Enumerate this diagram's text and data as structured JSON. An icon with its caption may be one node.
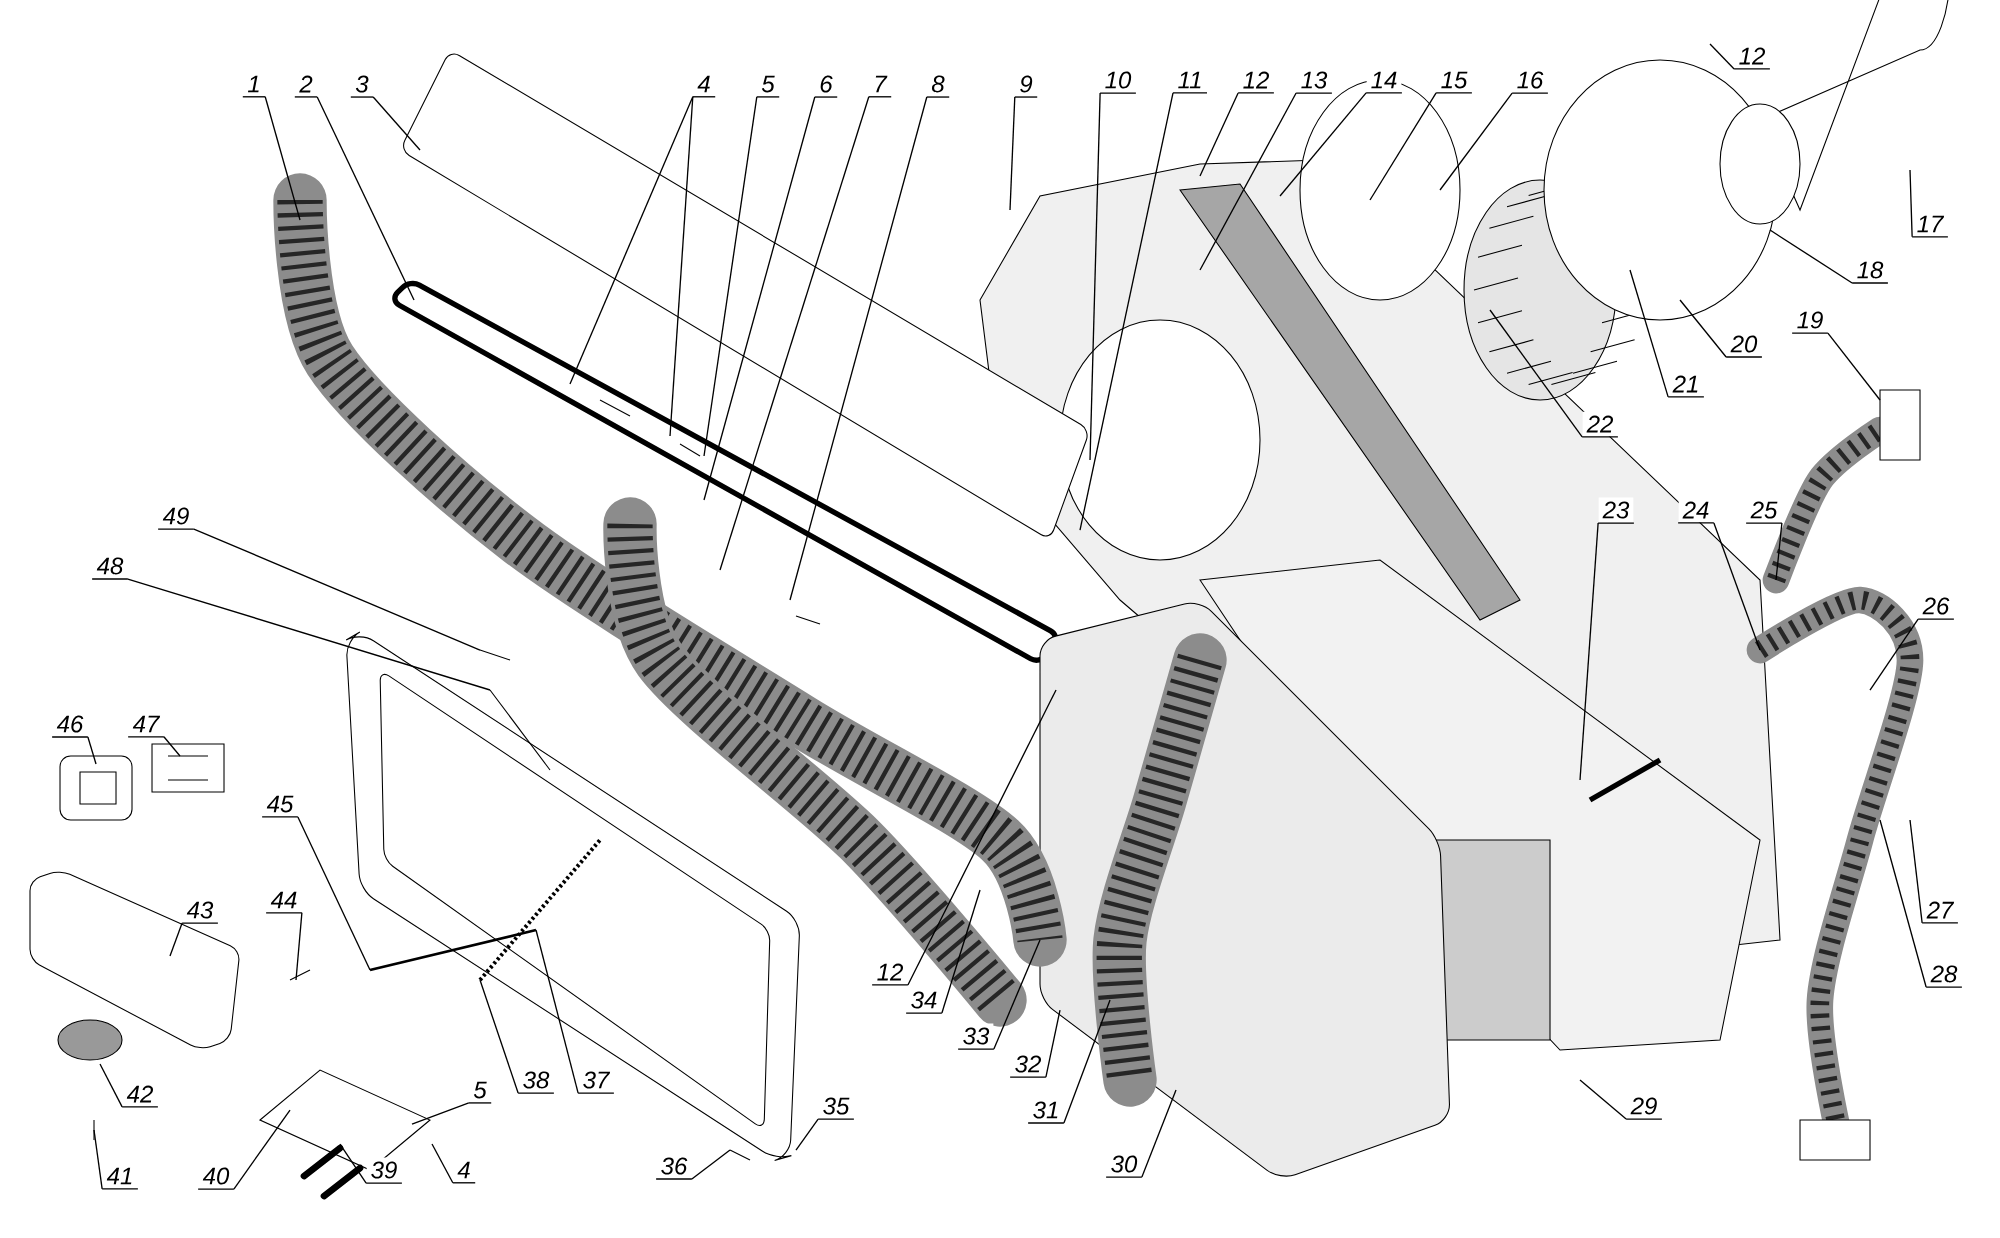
{
  "diagram": {
    "nodes": [
      {
        "text": [
          "1"
        ]
      },
      {
        "text": [
          "2"
        ]
      },
      {
        "text": [
          "3"
        ]
      },
      {
        "text": [
          "4"
        ]
      },
      {
        "text": [
          "5"
        ]
      },
      {
        "text": [
          "6"
        ]
      },
      {
        "text": [
          "7"
        ]
      },
      {
        "text": [
          "8"
        ]
      },
      {
        "text": [
          "9"
        ]
      },
      {
        "text": [
          "10"
        ]
      },
      {
        "text": [
          "11"
        ]
      },
      {
        "text": [
          "12"
        ]
      },
      {
        "text": [
          "13"
        ]
      },
      {
        "text": [
          "14"
        ]
      },
      {
        "text": [
          "15"
        ]
      },
      {
        "text": [
          "16"
        ]
      },
      {
        "text": [
          "12"
        ]
      },
      {
        "text": [
          "17"
        ]
      },
      {
        "text": [
          "18"
        ]
      },
      {
        "text": [
          "19"
        ]
      },
      {
        "text": [
          "20"
        ]
      },
      {
        "text": [
          "21"
        ]
      },
      {
        "text": [
          "22"
        ]
      },
      {
        "text": [
          "23"
        ]
      },
      {
        "text": [
          "24"
        ]
      },
      {
        "text": [
          "25"
        ]
      },
      {
        "text": [
          "26"
        ]
      },
      {
        "text": [
          "27"
        ]
      },
      {
        "text": [
          "28"
        ]
      },
      {
        "text": [
          "29"
        ]
      },
      {
        "text": [
          "30"
        ]
      },
      {
        "text": [
          "31"
        ]
      },
      {
        "text": [
          "32"
        ]
      },
      {
        "text": [
          "33"
        ]
      },
      {
        "text": [
          "34"
        ]
      },
      {
        "text": [
          "12"
        ]
      },
      {
        "text": [
          "35"
        ]
      },
      {
        "text": [
          "36"
        ]
      },
      {
        "text": [
          "37"
        ]
      },
      {
        "text": [
          "38"
        ]
      },
      {
        "text": [
          "39"
        ]
      },
      {
        "text": [
          "40"
        ]
      },
      {
        "text": [
          "4"
        ]
      },
      {
        "text": [
          "5"
        ]
      },
      {
        "text": [
          "41"
        ]
      },
      {
        "text": [
          "42"
        ]
      },
      {
        "text": [
          "43"
        ]
      },
      {
        "text": [
          "44"
        ]
      },
      {
        "text": [
          "45"
        ]
      },
      {
        "text": [
          "46"
        ]
      },
      {
        "text": [
          "47"
        ]
      },
      {
        "text": [
          "48"
        ]
      },
      {
        "text": [
          "49"
        ]
      }
    ],
    "edges": [
      {
        "from": 0,
        "to": null,
        "arrow": "none"
      },
      {
        "from": 1,
        "to": null,
        "arrow": "none"
      },
      {
        "from": 2,
        "to": null,
        "arrow": "none"
      },
      {
        "from": 3,
        "to": null,
        "arrow": "none"
      },
      {
        "from": 3,
        "to": null,
        "arrow": "none"
      },
      {
        "from": 4,
        "to": null,
        "arrow": "none"
      },
      {
        "from": 5,
        "to": null,
        "arrow": "none"
      },
      {
        "from": 6,
        "to": null,
        "arrow": "none"
      },
      {
        "from": 7,
        "to": null,
        "arrow": "none"
      },
      {
        "from": 8,
        "to": null,
        "arrow": "none"
      },
      {
        "from": 9,
        "to": null,
        "arrow": "none"
      },
      {
        "from": 10,
        "to": null,
        "arrow": "none"
      },
      {
        "from": 11,
        "to": null,
        "arrow": "none"
      },
      {
        "from": 12,
        "to": null,
        "arrow": "none"
      },
      {
        "from": 13,
        "to": null,
        "arrow": "none"
      },
      {
        "from": 14,
        "to": null,
        "arrow": "none"
      },
      {
        "from": 15,
        "to": null,
        "arrow": "none"
      },
      {
        "from": 16,
        "to": null,
        "arrow": "none"
      },
      {
        "from": 17,
        "to": null,
        "arrow": "none"
      },
      {
        "from": 18,
        "to": null,
        "arrow": "none"
      },
      {
        "from": 19,
        "to": null,
        "arrow": "none"
      },
      {
        "from": 20,
        "to": null,
        "arrow": "none"
      },
      {
        "from": 21,
        "to": null,
        "arrow": "none"
      },
      {
        "from": 22,
        "to": null,
        "arrow": "none"
      },
      {
        "from": 23,
        "to": null,
        "arrow": "none"
      },
      {
        "from": 24,
        "to": null,
        "arrow": "none"
      },
      {
        "from": 25,
        "to": null,
        "arrow": "none"
      },
      {
        "from": 26,
        "to": null,
        "arrow": "none"
      },
      {
        "from": 27,
        "to": null,
        "arrow": "none"
      },
      {
        "from": 28,
        "to": null,
        "arrow": "none"
      },
      {
        "from": 29,
        "to": null,
        "arrow": "none"
      },
      {
        "from": 30,
        "to": null,
        "arrow": "none"
      },
      {
        "from": 31,
        "to": null,
        "arrow": "none"
      },
      {
        "from": 32,
        "to": null,
        "arrow": "none"
      },
      {
        "from": 33,
        "to": null,
        "arrow": "none"
      },
      {
        "from": 34,
        "to": null,
        "arrow": "none"
      },
      {
        "from": 35,
        "to": null,
        "arrow": "none"
      },
      {
        "from": 36,
        "to": null,
        "arrow": "none"
      },
      {
        "from": 37,
        "to": null,
        "arrow": "none"
      },
      {
        "from": 38,
        "to": null,
        "arrow": "none"
      },
      {
        "from": 39,
        "to": null,
        "arrow": "none"
      },
      {
        "from": 40,
        "to": null,
        "arrow": "none"
      },
      {
        "from": 41,
        "to": null,
        "arrow": "none"
      },
      {
        "from": 42,
        "to": null,
        "arrow": "none"
      },
      {
        "from": 43,
        "to": null,
        "arrow": "none"
      },
      {
        "from": 44,
        "to": null,
        "arrow": "none"
      },
      {
        "from": 45,
        "to": null,
        "arrow": "none"
      },
      {
        "from": 46,
        "to": null,
        "arrow": "none"
      },
      {
        "from": 47,
        "to": null,
        "arrow": "none"
      },
      {
        "from": 48,
        "to": null,
        "arrow": "none"
      },
      {
        "from": 49,
        "to": null,
        "arrow": "none"
      },
      {
        "from": 50,
        "to": null,
        "arrow": "none"
      },
      {
        "from": 51,
        "to": null,
        "arrow": "none"
      },
      {
        "from": 52,
        "to": null,
        "arrow": "none"
      }
    ]
  }
}
